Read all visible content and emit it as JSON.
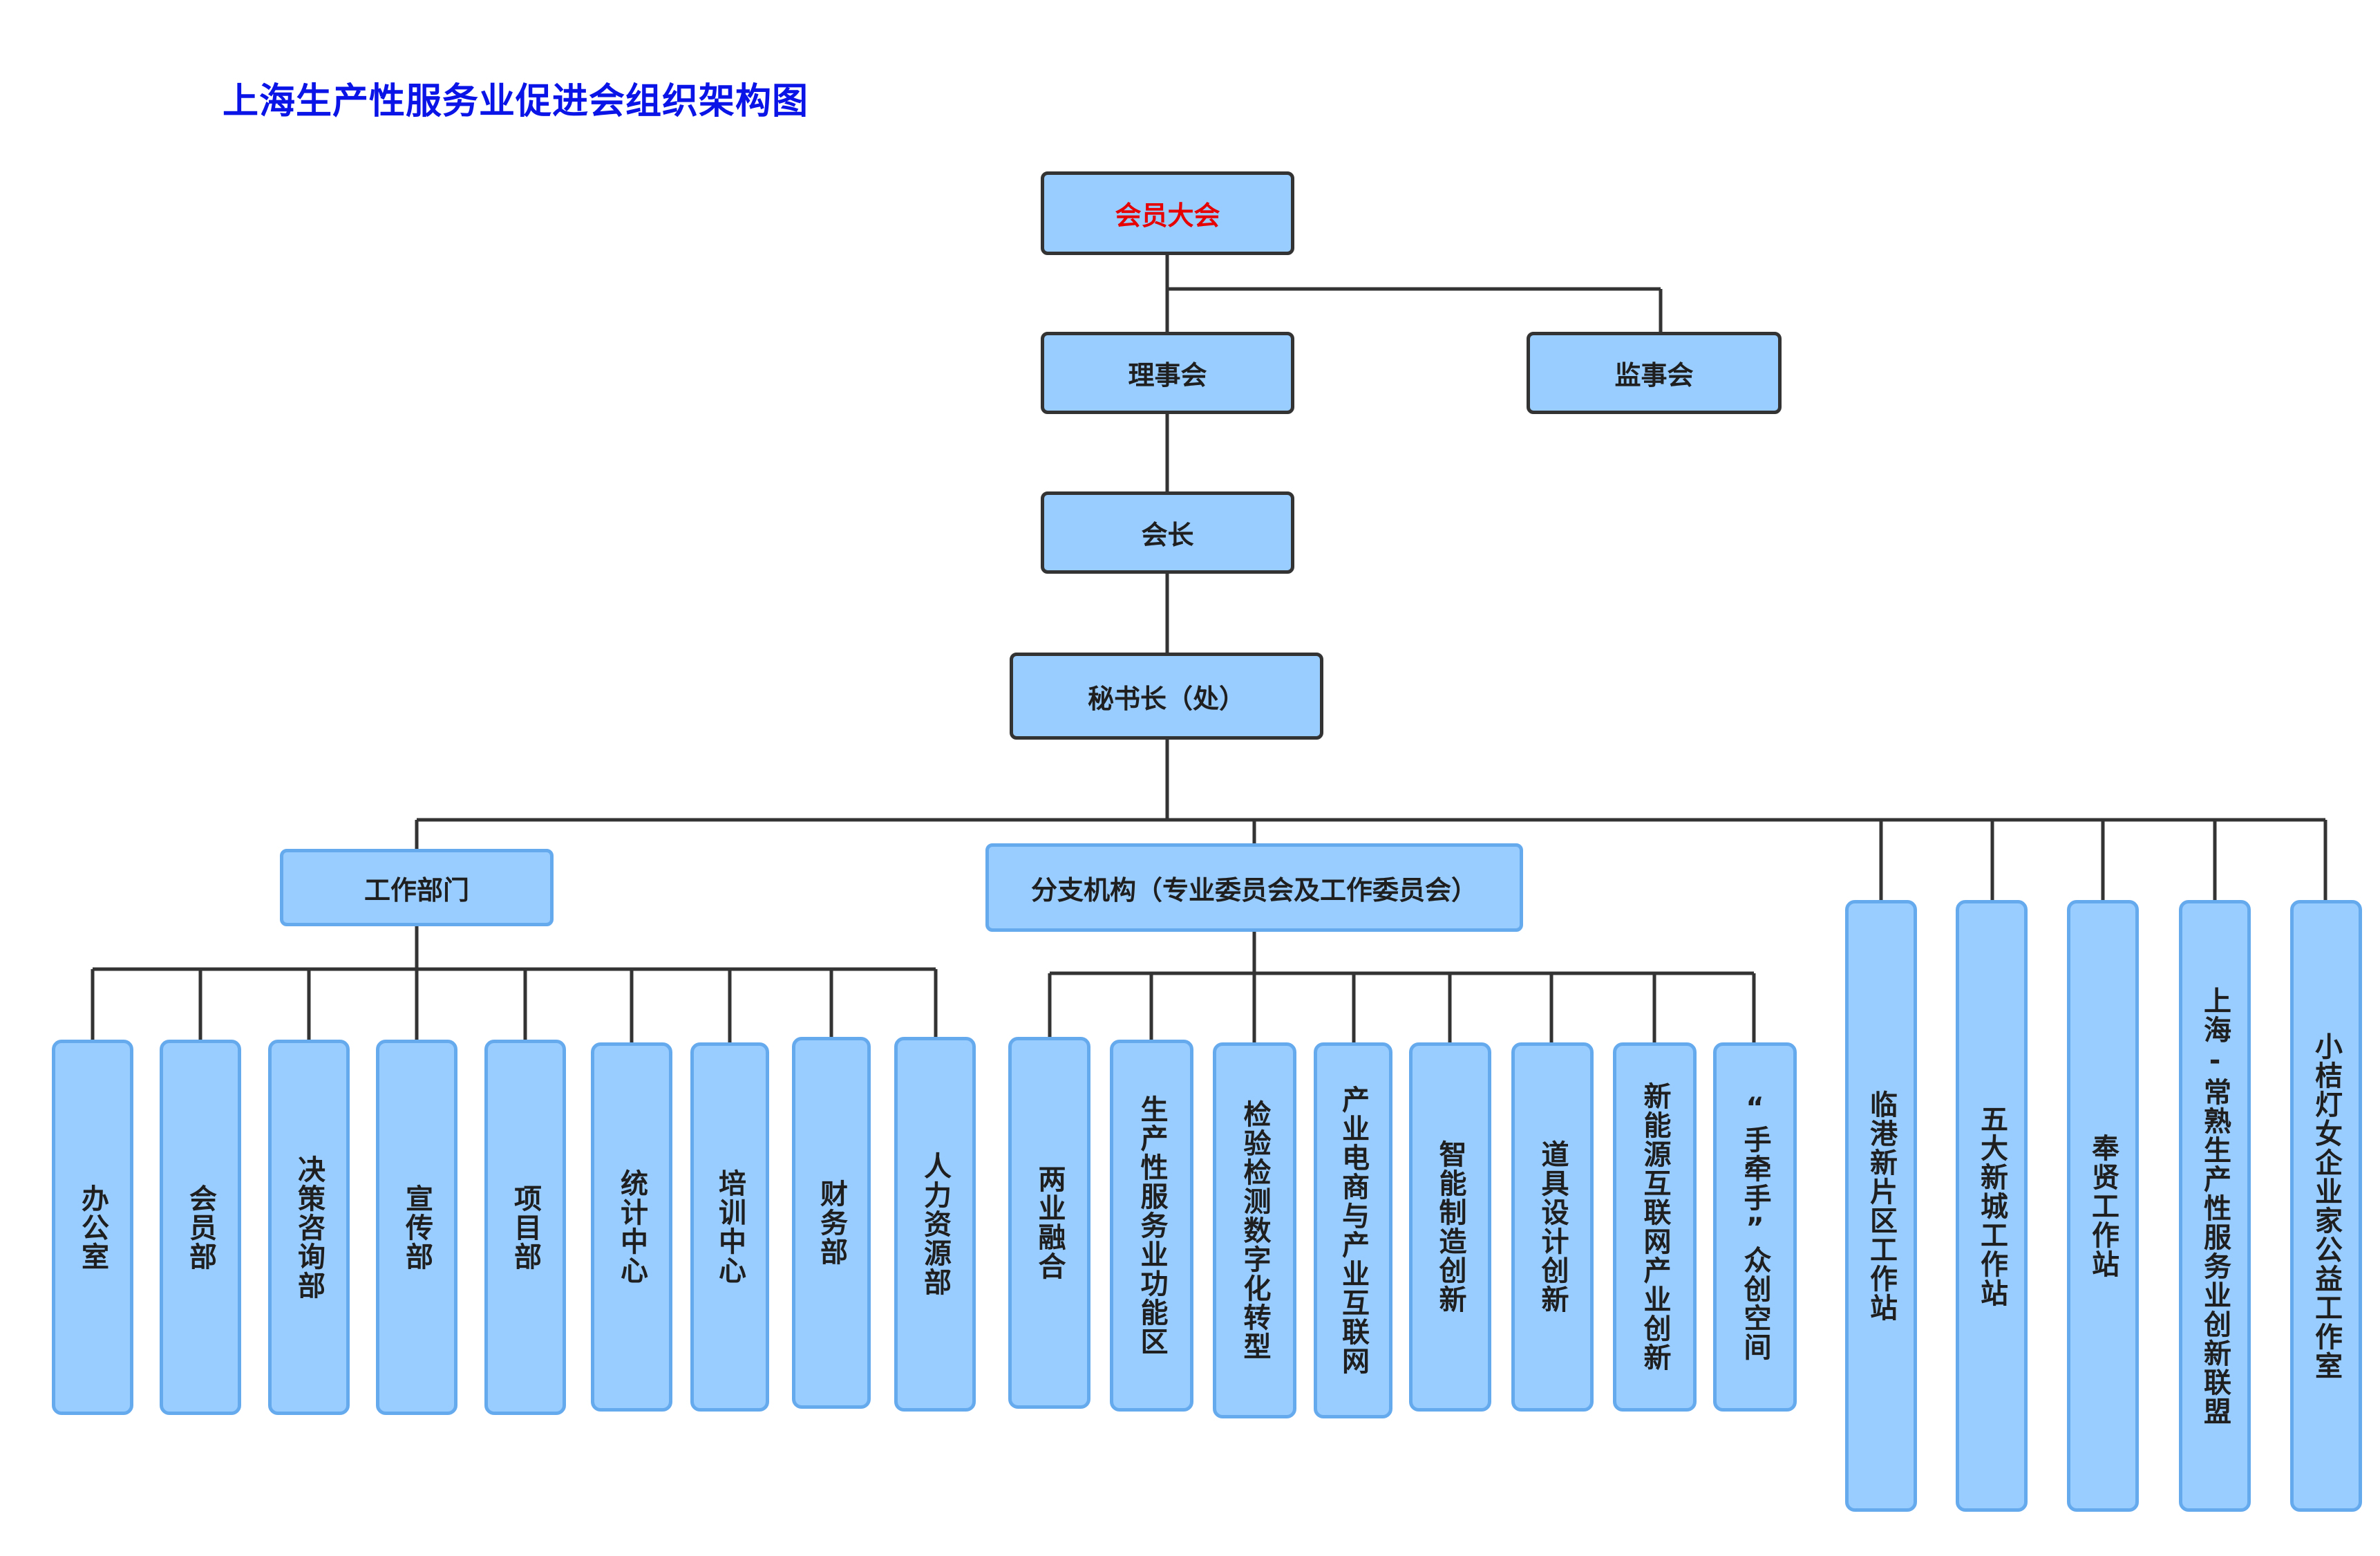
{
  "title": "上海生产性服务业促进会组织架构图",
  "colors": {
    "title": "#0a14e6",
    "top_node_text": "#e60000",
    "box_fill": "#99ccff",
    "line": "#333333"
  },
  "top": {
    "general_assembly": "会员大会",
    "council": "理事会",
    "supervisory_board": "监事会",
    "president": "会长",
    "secretary_general": "秘书长（处）"
  },
  "groups": {
    "work_departments": {
      "label": "工作部门",
      "items": [
        "办公室",
        "会员部",
        "决策咨询部",
        "宣传部",
        "项目部",
        "统计中心",
        "培训中心",
        "财务部",
        "人力资源部"
      ]
    },
    "branches": {
      "label": "分支机构（专业委员会及工作委员会）",
      "items": [
        "两业融合",
        "生产性服务业功能区",
        "检验检测数字化转型",
        "产业电商与产业互联网",
        "智能制造创新",
        "道具设计创新",
        "新能源互联网产业创新",
        "“手牵手”众创空间"
      ]
    },
    "stations": {
      "items": [
        "临港新片区工作站",
        "五大新城工作站",
        "奉贤工作站",
        "上海-常熟生产性服务业创新联盟",
        "小桔灯女企业家公益工作室"
      ]
    }
  }
}
